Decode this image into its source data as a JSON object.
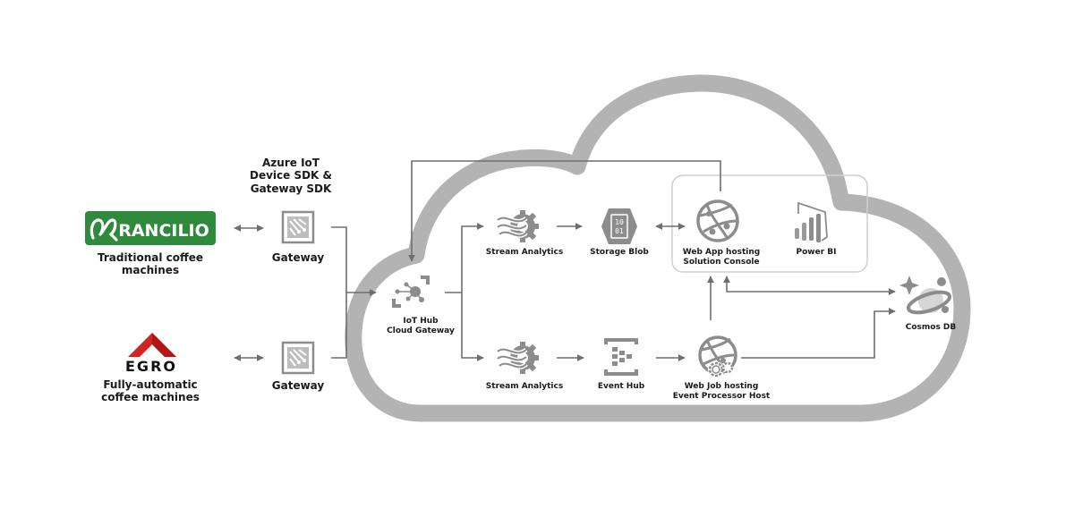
{
  "diagram": {
    "colors": {
      "cloud": "#b3b3b3",
      "icon": "#8c8c8c",
      "arrow": "#6e6e6e",
      "group_box": "#cfcfcf",
      "text": "#1a1a1a",
      "rancilio_green": "#2f8a3e",
      "egro_red": "#d32323"
    },
    "sdk_label": [
      "Azure IoT",
      "Device SDK &",
      "Gateway SDK"
    ],
    "devices": [
      {
        "id": "rancilio",
        "logo_text": "RANCILIO",
        "label": [
          "Traditional coffee",
          "machines"
        ]
      },
      {
        "id": "egro",
        "logo_text": "EGRO",
        "label": [
          "Fully-automatic",
          "coffee machines"
        ]
      }
    ],
    "gateways": [
      {
        "id": "gateway-top",
        "label": "Gateway",
        "icon": "circuit-board-icon"
      },
      {
        "id": "gateway-bottom",
        "label": "Gateway",
        "icon": "circuit-board-icon"
      }
    ],
    "nodes": [
      {
        "id": "iot-hub",
        "label": [
          "IoT Hub",
          "Cloud Gateway"
        ],
        "icon": "iot-hub-icon"
      },
      {
        "id": "stream-analytics-top",
        "label": [
          "Stream Analytics"
        ],
        "icon": "stream-analytics-icon"
      },
      {
        "id": "storage-blob",
        "label": [
          "Storage Blob"
        ],
        "icon": "storage-blob-icon",
        "glyph": [
          "10",
          "01"
        ]
      },
      {
        "id": "web-app",
        "label": [
          "Web App hosting",
          "Solution Console"
        ],
        "icon": "web-app-globe-icon"
      },
      {
        "id": "power-bi",
        "label": [
          "Power BI"
        ],
        "icon": "power-bi-icon"
      },
      {
        "id": "stream-analytics-bottom",
        "label": [
          "Stream Analytics"
        ],
        "icon": "stream-analytics-icon"
      },
      {
        "id": "event-hub",
        "label": [
          "Event Hub"
        ],
        "icon": "event-hub-icon"
      },
      {
        "id": "web-job",
        "label": [
          "Web Job hosting",
          "Event Processor Host"
        ],
        "icon": "web-job-globe-gears-icon"
      },
      {
        "id": "cosmos-db",
        "label": [
          "Cosmos DB"
        ],
        "icon": "cosmos-db-icon"
      }
    ],
    "connections": [
      {
        "from": "rancilio",
        "to": "gateway-top",
        "type": "bidirectional"
      },
      {
        "from": "egro",
        "to": "gateway-bottom",
        "type": "bidirectional"
      },
      {
        "from": "gateway-top",
        "to": "iot-hub",
        "type": "directed"
      },
      {
        "from": "gateway-bottom",
        "to": "iot-hub",
        "type": "directed"
      },
      {
        "from": "web-app",
        "to": "iot-hub",
        "type": "directed"
      },
      {
        "from": "iot-hub",
        "to": "stream-analytics-top",
        "type": "directed"
      },
      {
        "from": "iot-hub",
        "to": "stream-analytics-bottom",
        "type": "directed"
      },
      {
        "from": "stream-analytics-top",
        "to": "storage-blob",
        "type": "directed"
      },
      {
        "from": "storage-blob",
        "to": "web-app",
        "type": "bidirectional"
      },
      {
        "from": "stream-analytics-bottom",
        "to": "event-hub",
        "type": "directed"
      },
      {
        "from": "event-hub",
        "to": "web-job",
        "type": "directed"
      },
      {
        "from": "web-job",
        "to": "web-app",
        "type": "directed"
      },
      {
        "from": "web-app",
        "to": "cosmos-db",
        "type": "bidirectional"
      },
      {
        "from": "web-job",
        "to": "cosmos-db",
        "type": "directed"
      }
    ]
  }
}
